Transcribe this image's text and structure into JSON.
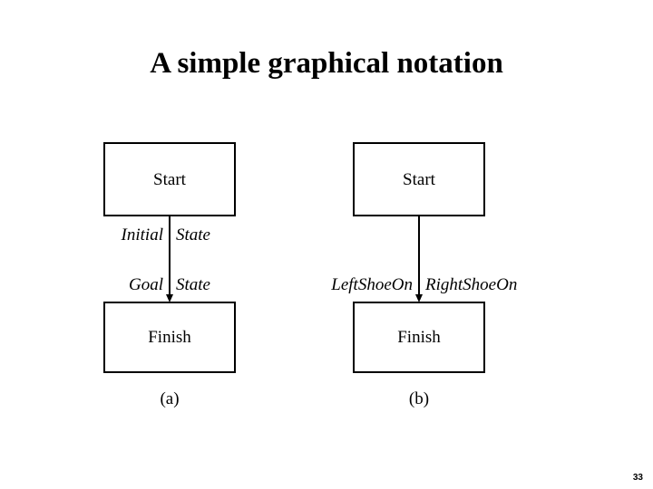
{
  "slide": {
    "title": "A simple graphical notation",
    "page_number": "33",
    "background_color": "#ffffff",
    "ink_color": "#000000"
  },
  "figures": [
    {
      "id": "a",
      "caption": "(a)",
      "start_node": "Start",
      "finish_node": "Finish",
      "edge_labels": [
        {
          "left": "Initial",
          "right": "State"
        },
        {
          "left": "Goal",
          "right": "State"
        }
      ]
    },
    {
      "id": "b",
      "caption": "(b)",
      "start_node": "Start",
      "finish_node": "Finish",
      "edge_labels": [
        {
          "left": "LeftShoeOn",
          "right": "RightShoeOn"
        }
      ]
    }
  ]
}
